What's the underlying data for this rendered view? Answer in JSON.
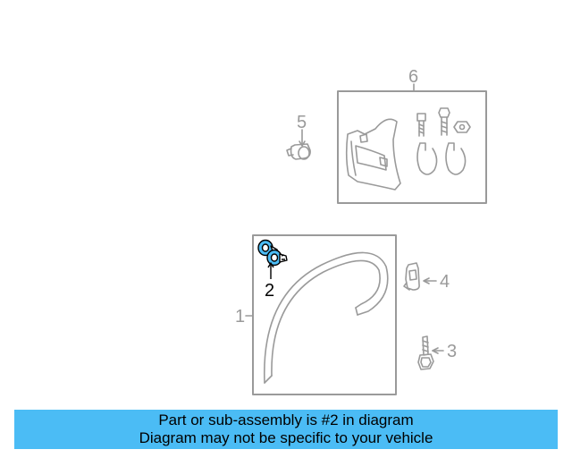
{
  "diagram": {
    "callouts": [
      "1",
      "2",
      "3",
      "4",
      "5",
      "6"
    ],
    "highlighted_part": "2",
    "highlight_color": "#4bbcf5",
    "line_color": "#9a9a9a"
  },
  "banner": {
    "line1": "Part or sub-assembly is #2 in diagram",
    "line2": "Diagram may not be specific to your vehicle",
    "background": "#4bbcf5"
  }
}
